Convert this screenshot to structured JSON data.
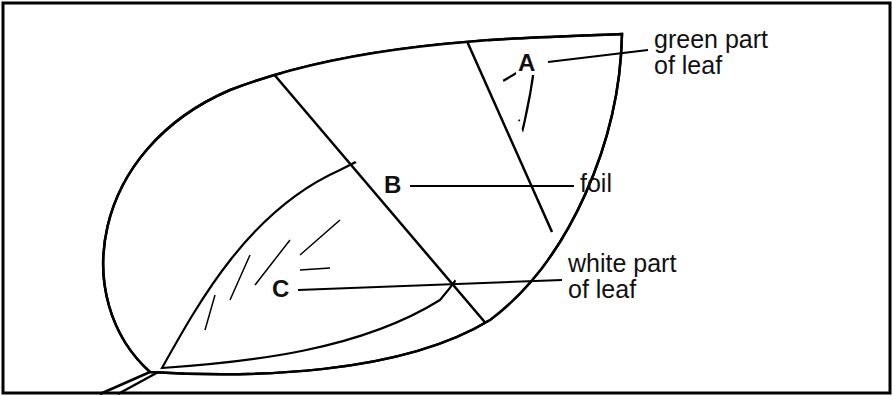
{
  "diagram": {
    "labels": [
      "A",
      "green part of leaf",
      "B",
      "foil",
      "C",
      "white part of leaf"
    ]
  }
}
